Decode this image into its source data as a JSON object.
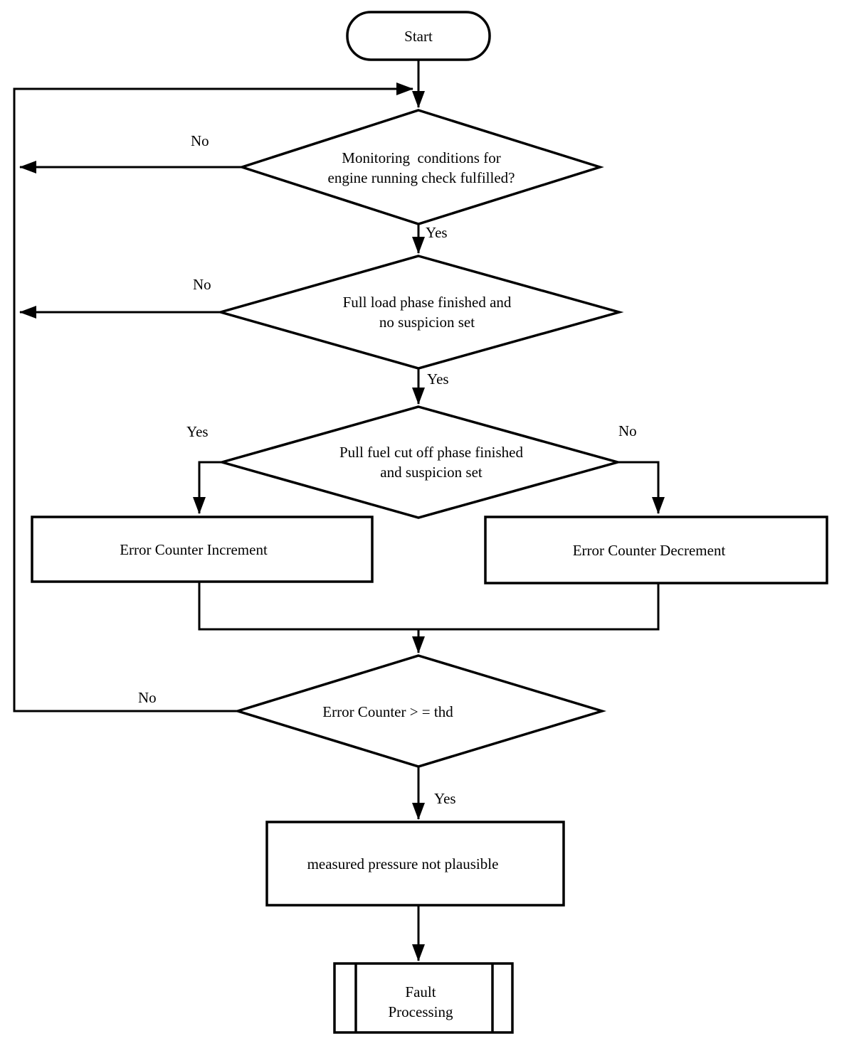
{
  "diagram": {
    "background_color": "#ffffff",
    "stroke_color": "#000000",
    "nodes": {
      "start": {
        "label": "Start"
      },
      "monitoring_decision": {
        "line1": "Monitoring  conditions for",
        "line2": "engine running check fulfilled?"
      },
      "full_load_decision": {
        "line1": "Full load phase finished and",
        "line2": "no suspicion set"
      },
      "fuel_cut_decision": {
        "line1": "Pull fuel cut off phase finished",
        "line2": "and suspicion set"
      },
      "error_counter_increment": {
        "label": "Error Counter Increment"
      },
      "error_counter_decrement": {
        "label": "Error Counter Decrement"
      },
      "threshold_decision": {
        "label": "Error Counter > = thd"
      },
      "pressure_not_plausible": {
        "label": "measured pressure not plausible"
      },
      "fault_processing": {
        "line1": "Fault",
        "line2": "Processing"
      }
    },
    "edge_labels": {
      "monitoring_no": "No",
      "monitoring_yes": "Yes",
      "full_load_no": "No",
      "full_load_yes": "Yes",
      "fuel_cut_yes": "Yes",
      "fuel_cut_no": "No",
      "threshold_no": "No",
      "threshold_yes": "Yes"
    }
  }
}
